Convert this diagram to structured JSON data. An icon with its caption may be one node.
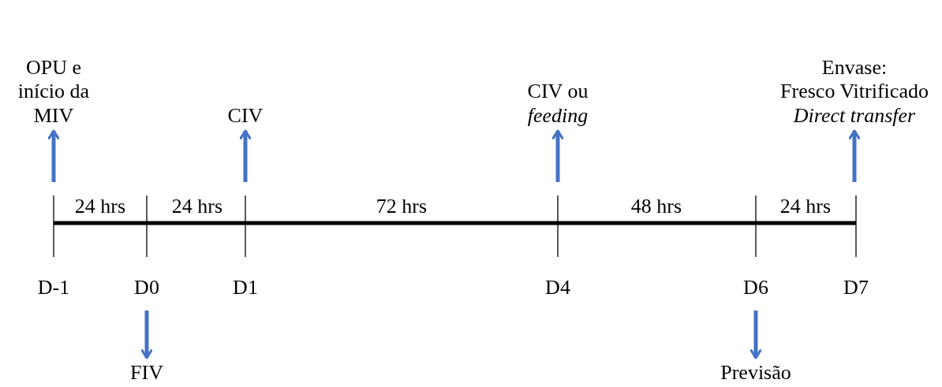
{
  "diagram": {
    "nodes": [
      {
        "text": [
          "OPU e início da MIV"
        ]
      },
      {
        "text": [
          "CIV"
        ]
      },
      {
        "text": [
          "CIV ou *feeding*"
        ]
      },
      {
        "text": [
          "Envase:",
          "Fresco Vitrificado *Direct transfer*"
        ]
      },
      {
        "text": [
          "FIV"
        ]
      },
      {
        "text": [
          "Previsão"
        ]
      }
    ],
    "edges": [
      {
        "from": null,
        "to": 0,
        "arrow": "to",
        "color": "#4472c4"
      },
      {
        "from": null,
        "to": 1,
        "arrow": "to",
        "color": "#4472c4"
      },
      {
        "from": null,
        "to": 2,
        "arrow": "to",
        "color": "#4472c4"
      },
      {
        "from": null,
        "to": 3,
        "arrow": "to",
        "color": "#4472c4"
      },
      {
        "from": null,
        "to": 4,
        "arrow": "to",
        "color": "#4472c4"
      },
      {
        "from": null,
        "to": 5,
        "arrow": "to",
        "color": "#4472c4"
      }
    ],
    "labels": [
      "24 hrs",
      "24 hrs",
      "72 hrs",
      "48 hrs",
      "24 hrs",
      "D-1",
      "D0",
      "D1",
      "D4",
      "D6",
      "D7"
    ]
  }
}
